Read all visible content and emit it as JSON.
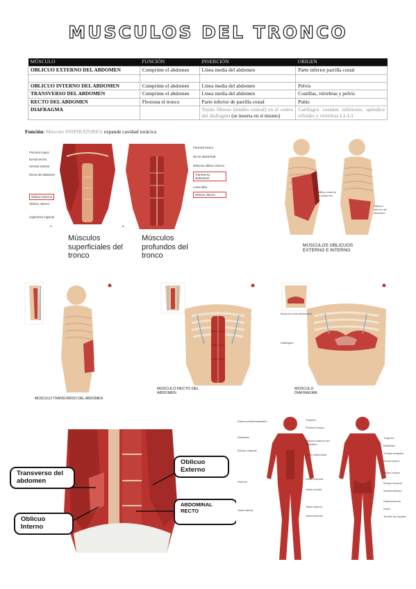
{
  "title": "MUSCULOS DEL TRONCO",
  "table": {
    "headers": [
      "MÚSCULO",
      "FUNCIÓN",
      "INSERCIÓN",
      "ORIGEN"
    ],
    "rows": [
      {
        "musculo": "OBLICUO EXTERNO DEL ABDOMEN",
        "funcion": "Comprime el abdomen",
        "insercion": "Línea media del abdomen",
        "origen": "Parte inferior parrilla costal"
      },
      {
        "musculo": "OBLICUO INTERNO DEL ABDOMEN",
        "funcion": "Comprime el abdomen",
        "insercion": "Línea media del abdomen",
        "origen": "Pelvis"
      },
      {
        "musculo": "TRANSVERSO DEL ABDOMEN",
        "funcion": "Comprime el abdomen",
        "insercion": "Línea media del abdomen",
        "origen": "Costillas, vértebras y pelvis"
      },
      {
        "musculo": "RECTO DEL ABDOMEN",
        "funcion": "Flexiona el tronco",
        "insercion": "Parte inferior de parrilla costal",
        "origen": "Pubis"
      },
      {
        "musculo": "DIAFRAGMA",
        "funcion": "",
        "insercion_gray": "Tejido fibroso (tendón central) en el centro del diafragma",
        "insercion_dark": "(se inserta en sí mismo)",
        "origen": "Cartílagos costales inferiores, apéndice xifoides y vértebras L1-L3"
      }
    ]
  },
  "funcion_note": {
    "label": "Función",
    "highlight": "Músculo INSPIRATORIO",
    "rest": ": expande cavidad torácica"
  },
  "figure1": {
    "left_labels": [
      "Pectoral mayor",
      "Dorsal ancho",
      "Serrato anterior",
      "Recto del abdomen",
      "Oblicuo externo",
      "Oblicuo interno",
      "Ligamento inguinal"
    ],
    "right_labels": [
      "Pectoral menor",
      "Recto abdominal",
      "Músculo oblicuo interno",
      "Transverso abdominal",
      "Línea alba",
      "Oblicuo interno"
    ],
    "letters": [
      "A",
      "B"
    ],
    "caption_left": "Músculos superficiales del tronco",
    "caption_right": "Músculos profundos del tronco"
  },
  "figure2": {
    "label_left": "Oblicuo externo del abdomen",
    "label_right": "Oblicuo interno del abdomen",
    "caption": "MÚSCULOS OBLICUOS EXTERNO E INTERNO"
  },
  "figure3": {
    "caption": "MÚSCULO TRANSVERSO DEL ABDOMEN"
  },
  "figure4": {
    "caption": "MÚSCULO RECTO DEL ABDOMEN"
  },
  "figure5": {
    "label_top": "Músculo recto abdominal",
    "label_mid": "Diafragma",
    "caption": "MÚSCULO DIAFRAGMA"
  },
  "figure6": {
    "box_transverso": "Transverso del abdomen",
    "box_oblicuo_interno": "Oblicuo Interno",
    "box_oblicuo_externo": "Oblicuo Externo",
    "box_abdominal_recto": "ABDOMINAL RECTO"
  },
  "figure7": {
    "front_labels": [
      "Esternocleidomastoideo",
      "Trapecio",
      "Pectoral mayor",
      "Deltoides",
      "Bíceps braquial",
      "Oblicuo externo del abdomen",
      "Recto abdominal",
      "Sartorio",
      "Recto femoral",
      "Vasto lateral",
      "Vasto medial",
      "Tibial anterior",
      "Gastrocnemio"
    ],
    "back_labels": [
      "Trapecio",
      "Deltoides",
      "Tríceps braquial",
      "Dorsal ancho",
      "Glúteo mayor",
      "Bíceps femoral",
      "Semitendinoso",
      "Gastrocnemio",
      "Sóleo",
      "Tendón de Aquiles"
    ]
  },
  "colors": {
    "muscle": "#b8332e",
    "muscle_dark": "#8a1f1c",
    "skin": "#e9c7a3",
    "bone": "#efe6d2",
    "blue_vein": "#7ea6d4"
  }
}
